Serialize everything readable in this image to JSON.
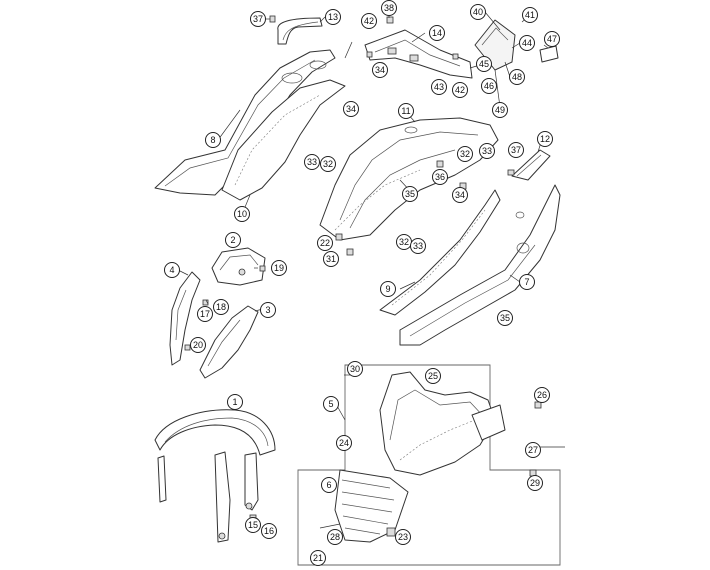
{
  "diagram": {
    "part_numbers": [
      "1",
      "2",
      "3",
      "4",
      "5",
      "6",
      "7",
      "8",
      "9",
      "10",
      "11",
      "12",
      "13",
      "14",
      "15",
      "16",
      "17",
      "18",
      "19",
      "20",
      "21",
      "22",
      "23",
      "24",
      "25",
      "26",
      "27",
      "28",
      "29",
      "30",
      "31",
      "32",
      "33",
      "34",
      "35",
      "36",
      "37",
      "38",
      "40",
      "41",
      "42",
      "43",
      "44",
      "45",
      "46",
      "47",
      "48",
      "49"
    ],
    "colors": {
      "line": "#333333",
      "background": "#ffffff",
      "callout_border": "#222222"
    }
  }
}
